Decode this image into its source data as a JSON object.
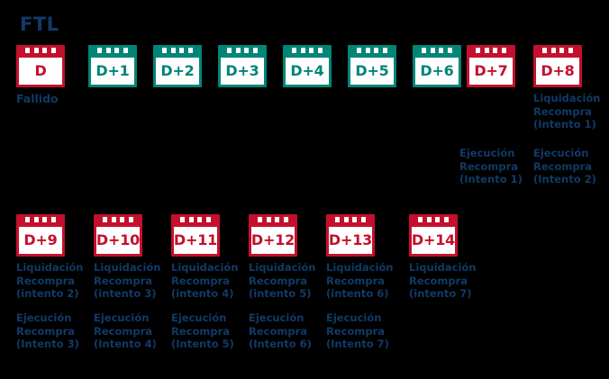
{
  "diagram": {
    "title": "FTL",
    "background_color": "#000000",
    "text_color": "#113A66",
    "failed_color": "#C4102C",
    "ok_color": "#008578"
  },
  "row1": {
    "days": [
      {
        "label": "D",
        "state": "failed"
      },
      {
        "label": "D+1",
        "state": "ok"
      },
      {
        "label": "D+2",
        "state": "ok"
      },
      {
        "label": "D+3",
        "state": "ok"
      },
      {
        "label": "D+4",
        "state": "ok"
      },
      {
        "label": "D+5",
        "state": "ok"
      },
      {
        "label": "D+6",
        "state": "ok"
      },
      {
        "label": "D+7",
        "state": "failed"
      },
      {
        "label": "D+8",
        "state": "failed"
      }
    ],
    "caption_d": "Fallido",
    "liquidacion": {
      "d8": "Liquidación\nRecompra\n(Intento 1)"
    },
    "ejecucion": {
      "d7": "Ejecución\nRecompra\n(Intento 1)",
      "d8": "Ejecución\nRecompra\n(Intento 2)"
    }
  },
  "row2": {
    "days": [
      {
        "label": "D+9",
        "state": "failed"
      },
      {
        "label": "D+10",
        "state": "failed"
      },
      {
        "label": "D+11",
        "state": "failed"
      },
      {
        "label": "D+12",
        "state": "failed"
      },
      {
        "label": "D+13",
        "state": "failed"
      },
      {
        "label": "D+14",
        "state": "failed"
      }
    ],
    "liquidacion": [
      "Liquidación\nRecompra\n(intento 2)",
      "Liquidación\nRecompra\n(intento 3)",
      "Liquidación\nRecompra\n(intento 4)",
      "Liquidación\nRecompra\n(intento 5)",
      "Liquidación\nRecompra\n(intento 6)",
      "Liquidación\nRecompra\n(intento 7)"
    ],
    "ejecucion": [
      "Ejecución\nRecompra\n(Intento 3)",
      "Ejecución\nRecompra\n(Intento 4)",
      "Ejecución\nRecompra\n(Intento 5)",
      "Ejecución\nRecompra\n(Intento 6)",
      "Ejecución\nRecompra\n(Intento 7)"
    ]
  }
}
